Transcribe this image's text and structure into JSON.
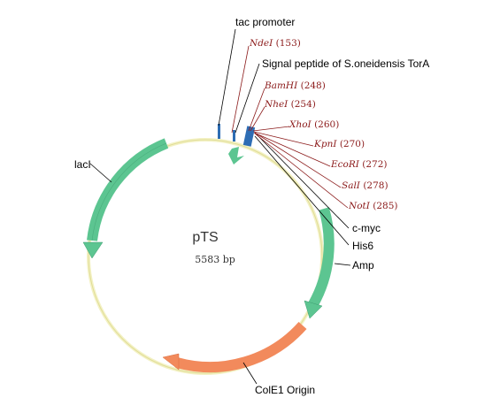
{
  "plasmid": {
    "name": "pTS",
    "size_label": "5583 bp"
  },
  "features": {
    "tac_promoter": "tac promoter",
    "signal_peptide": "Signal peptide of S.oneidensis TorA",
    "c_myc": "c-myc",
    "his6": "His6",
    "amp": "Amp",
    "lacI": "lacI",
    "cole1": "ColE1 Origin"
  },
  "sites": [
    {
      "enzyme": "NdeI",
      "pos": "(153)"
    },
    {
      "enzyme": "BamHI",
      "pos": "(248)"
    },
    {
      "enzyme": "NheI",
      "pos": "(254)"
    },
    {
      "enzyme": "XhoI",
      "pos": "(260)"
    },
    {
      "enzyme": "KpnI",
      "pos": "(270)"
    },
    {
      "enzyme": "EcoRI",
      "pos": "(272)"
    },
    {
      "enzyme": "SalI",
      "pos": "(278)"
    },
    {
      "enzyme": "NotI",
      "pos": "(285)"
    }
  ],
  "colors": {
    "backbone": "#e8e59a",
    "gene_green": "#5cc591",
    "origin_orange": "#f28a5c",
    "tag_blue": "#2e6db4",
    "site_line": "#8b1a1a",
    "label_line": "#000000"
  }
}
